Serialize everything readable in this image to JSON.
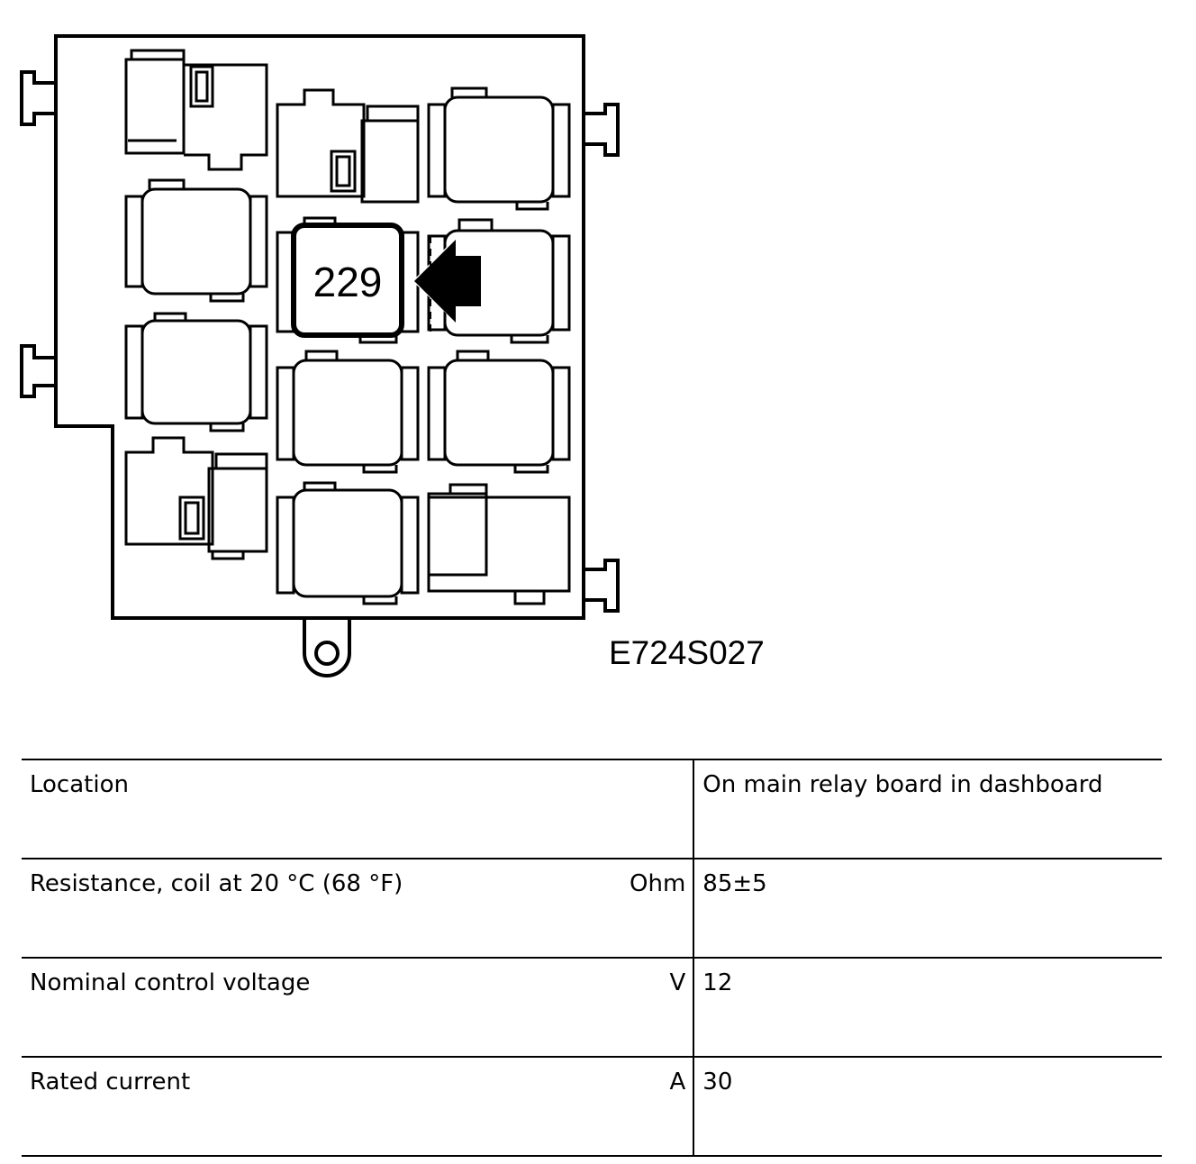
{
  "diagram": {
    "highlight_label": "229",
    "figure_id": "E724S027"
  },
  "table": {
    "rows": [
      {
        "label": "Location",
        "unit": "",
        "value": "On main relay board in dashboard"
      },
      {
        "label": "Resistance, coil at 20 °C (68 °F)",
        "unit": "Ohm",
        "value": "85±5"
      },
      {
        "label": "Nominal control voltage",
        "unit": "V",
        "value": "12"
      },
      {
        "label": "Rated current",
        "unit": "A",
        "value": "30"
      }
    ]
  }
}
